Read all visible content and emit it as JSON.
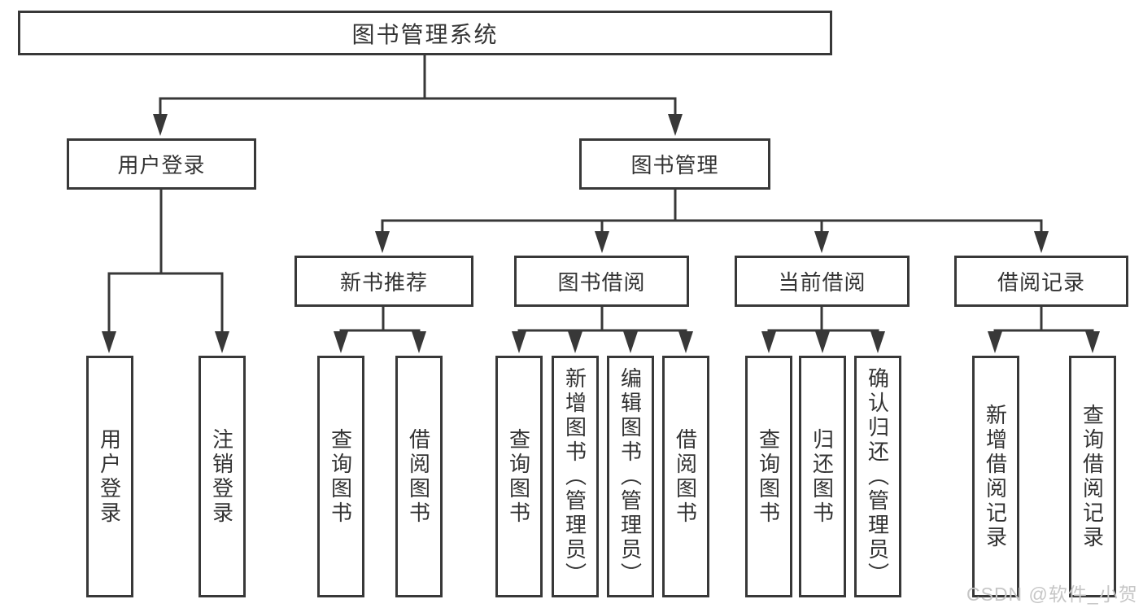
{
  "diagram": {
    "root": "图书管理系统",
    "login": {
      "label": "用户登录",
      "children": [
        "用户登录",
        "注销登录"
      ]
    },
    "management": {
      "label": "图书管理",
      "sections": [
        {
          "label": "新书推荐",
          "children": [
            "查询图书",
            "借阅图书"
          ]
        },
        {
          "label": "图书借阅",
          "children": [
            "查询图书",
            "新增图书（管理员）",
            "编辑图书（管理员）",
            "借阅图书"
          ]
        },
        {
          "label": "当前借阅",
          "children": [
            "查询图书",
            "归还图书",
            "确认归还（管理员）"
          ]
        },
        {
          "label": "借阅记录",
          "children": [
            "新增借阅记录",
            "查询借阅记录"
          ]
        }
      ]
    }
  },
  "watermark": {
    "text": "CSDN @软件_小贺同学"
  },
  "colors": {
    "line": "#383838",
    "text": "#333333",
    "watermark": "#c6c6c6"
  }
}
